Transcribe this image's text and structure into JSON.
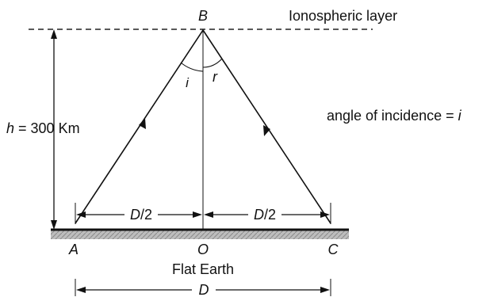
{
  "points": {
    "a": "A",
    "b": "B",
    "c": "C",
    "o": "O"
  },
  "layer_label": "Ionospheric layer",
  "height": {
    "var": "h",
    "rest": " = 300 Km"
  },
  "angles": {
    "incidence": "i",
    "reflection": "r"
  },
  "incidence_note": {
    "text": "angle of incidence = ",
    "var": "i"
  },
  "half_distance": {
    "var": "D",
    "rest": "/2"
  },
  "ground_label": "Flat Earth",
  "distance_label": "D"
}
